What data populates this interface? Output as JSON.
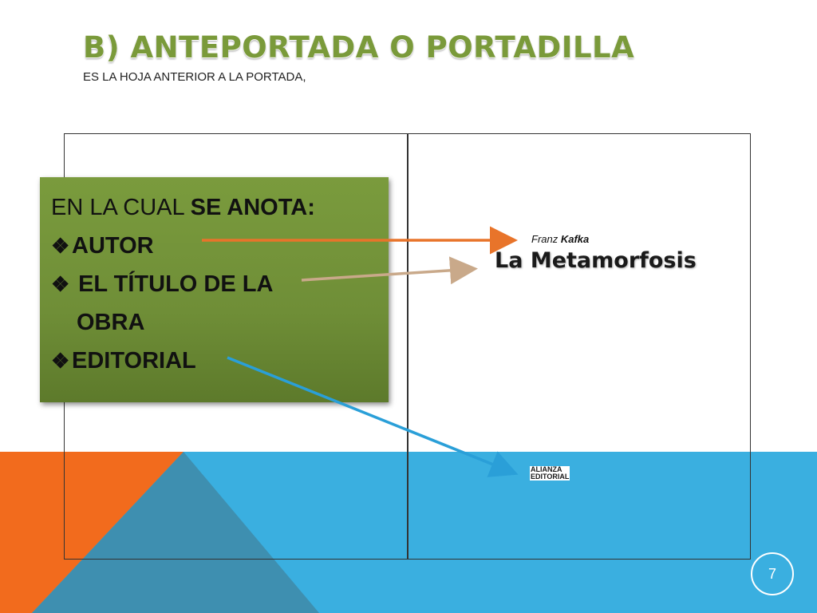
{
  "slide": {
    "title": "B) ANTEPORTADA O PORTADILLA",
    "subtitle": "ES LA HOJA ANTERIOR A LA PORTADA,",
    "page_number": "7"
  },
  "green_box": {
    "intro_regular": "EN LA CUAL ",
    "intro_bold": "SE ANOTA:",
    "bullet_glyph": "❖",
    "items": [
      "AUTOR",
      "EL TÍTULO DE LA",
      "OBRA",
      "EDITORIAL"
    ]
  },
  "book": {
    "author_first": "Franz",
    "author_last": "Kafka",
    "title": "La Metamorfosis",
    "publisher_line1": "ALIANZA",
    "publisher_line2": "EDITORIAL"
  },
  "colors": {
    "orange": "#f26b1d",
    "blue": "#3aafe0",
    "green_box": "#6f8e37",
    "title_green": "#7a9a3a",
    "arrow_author": "#e8742a",
    "arrow_title": "#c9a98a",
    "arrow_editorial": "#2a9fd8"
  }
}
